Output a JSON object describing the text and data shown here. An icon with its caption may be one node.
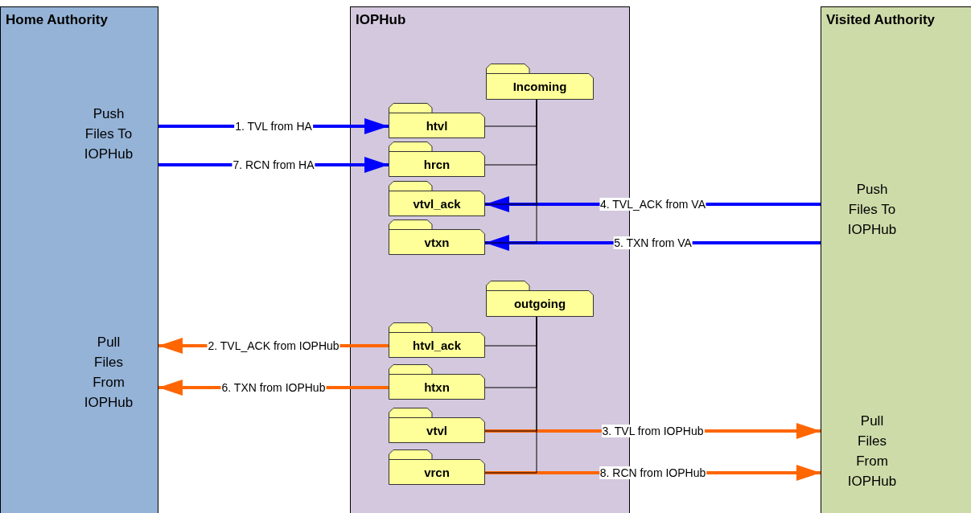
{
  "diagram": {
    "nodes": [
      {
        "text": [
          "Home Authority"
        ]
      },
      {
        "text": [
          "IOPHub"
        ]
      },
      {
        "text": [
          "Visited Authority"
        ]
      },
      {
        "text": [
          "Incoming"
        ],
        "in": 1
      },
      {
        "text": [
          "htvl"
        ],
        "in": 1
      },
      {
        "text": [
          "hrcn"
        ],
        "in": 1
      },
      {
        "text": [
          "vtvl_ack"
        ],
        "in": 1
      },
      {
        "text": [
          "vtxn"
        ],
        "in": 1
      },
      {
        "text": [
          "outgoing"
        ],
        "in": 1
      },
      {
        "text": [
          "htvl_ack"
        ],
        "in": 1
      },
      {
        "text": [
          "htxn"
        ],
        "in": 1
      },
      {
        "text": [
          "vtvl"
        ],
        "in": 1
      },
      {
        "text": [
          "vrcn"
        ],
        "in": 1
      }
    ],
    "edges": [
      {
        "from": 0,
        "to": 4,
        "arrow": "to",
        "label": "1. TVL from HA",
        "style": "thick",
        "color": "#0000ff"
      },
      {
        "from": 0,
        "to": 5,
        "arrow": "to",
        "label": "7. RCN from HA",
        "style": "thick",
        "color": "#0000ff"
      },
      {
        "from": 2,
        "to": 6,
        "arrow": "to",
        "label": "4. TVL_ACK from VA",
        "style": "thick",
        "color": "#0000ff"
      },
      {
        "from": 2,
        "to": 7,
        "arrow": "to",
        "label": "5. TXN from VA",
        "style": "thick",
        "color": "#0000ff"
      },
      {
        "from": 9,
        "to": 0,
        "arrow": "to",
        "label": "2. TVL_ACK from IOPHub",
        "style": "thick",
        "color": "#ff6600"
      },
      {
        "from": 10,
        "to": 0,
        "arrow": "to",
        "label": "6. TXN from IOPHub",
        "style": "thick",
        "color": "#ff6600"
      },
      {
        "from": 11,
        "to": 2,
        "arrow": "to",
        "label": "3. TVL from IOPHub",
        "style": "thick",
        "color": "#ff6600"
      },
      {
        "from": 12,
        "to": 2,
        "arrow": "to",
        "label": "8. RCN from IOPHub",
        "style": "thick",
        "color": "#ff6600"
      },
      {
        "from": 3,
        "to": 4,
        "arrow": "none",
        "color": "#000000"
      },
      {
        "from": 3,
        "to": 5,
        "arrow": "none",
        "color": "#000000"
      },
      {
        "from": 3,
        "to": 6,
        "arrow": "none",
        "color": "#000000"
      },
      {
        "from": 3,
        "to": 7,
        "arrow": "none",
        "color": "#000000"
      },
      {
        "from": 8,
        "to": 9,
        "arrow": "none",
        "color": "#000000"
      },
      {
        "from": 8,
        "to": 10,
        "arrow": "none",
        "color": "#000000"
      },
      {
        "from": 8,
        "to": 11,
        "arrow": "none",
        "color": "#000000"
      },
      {
        "from": 8,
        "to": 12,
        "arrow": "none",
        "color": "#000000"
      }
    ],
    "labels": [
      "Push Files To IOPHub",
      "Pull Files From IOPHub",
      "Push Files To IOPHub",
      "Pull Files From IOPHub"
    ]
  }
}
